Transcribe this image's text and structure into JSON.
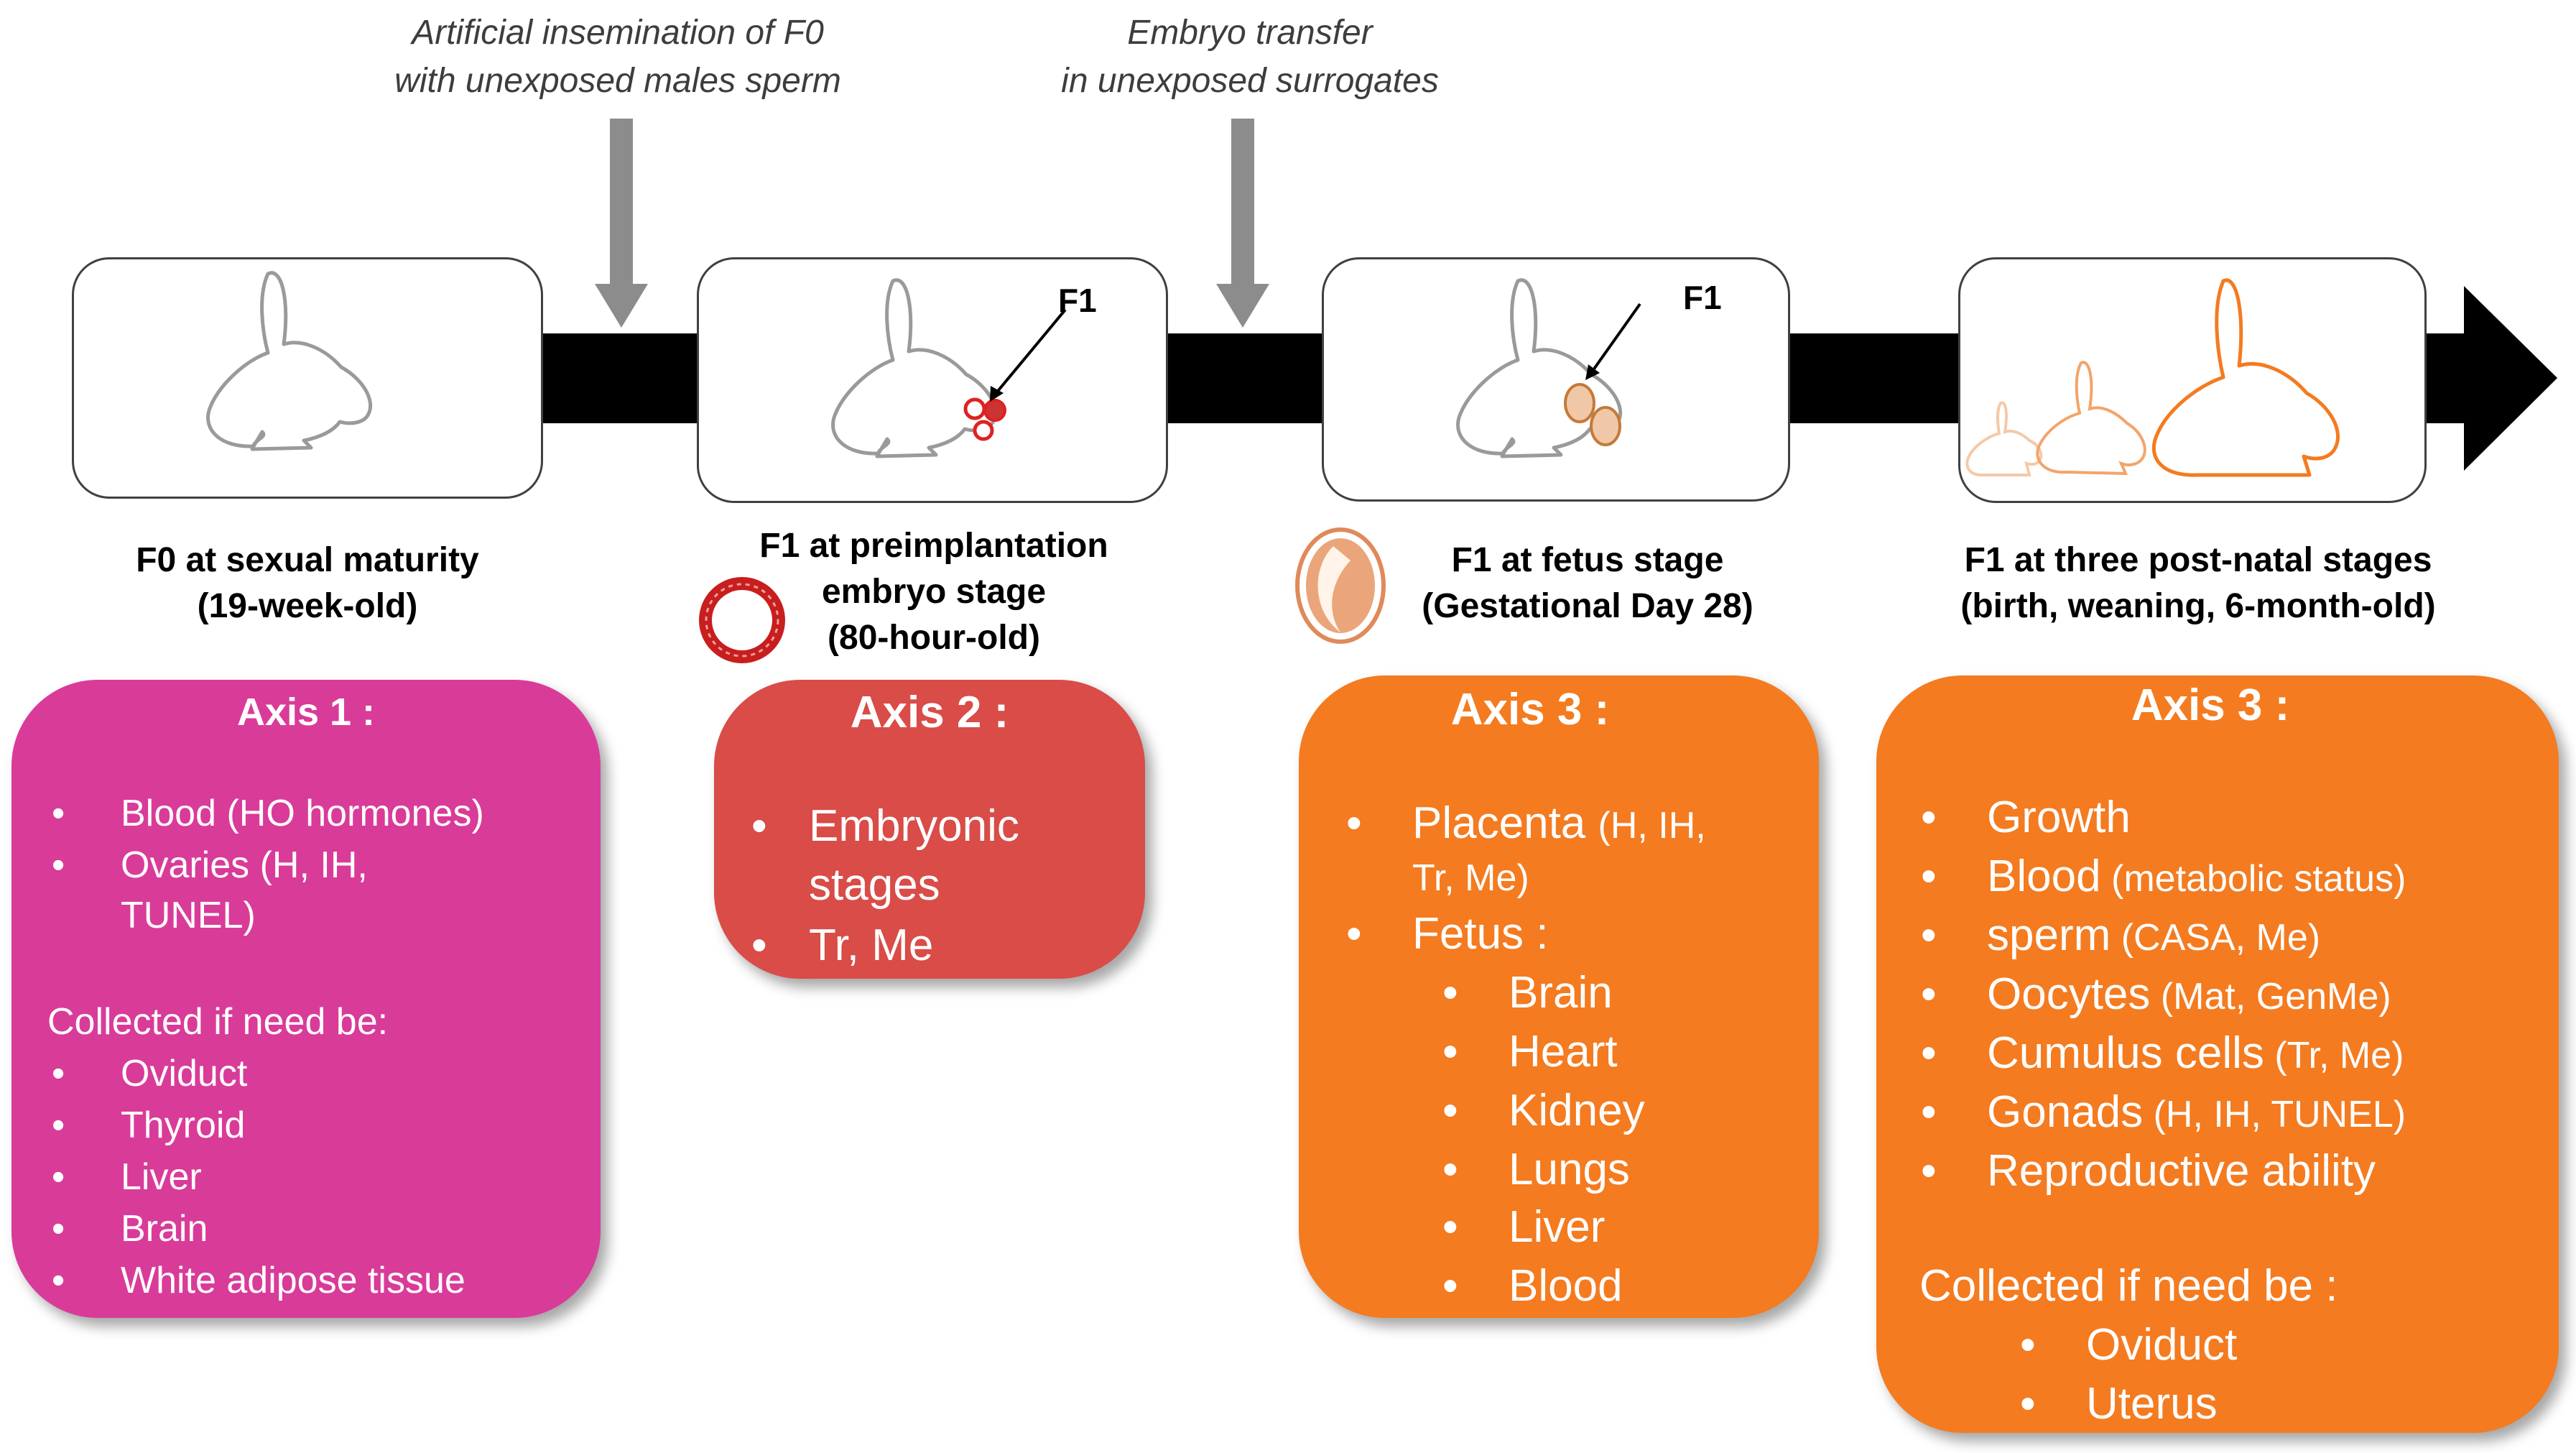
{
  "notes": {
    "insemination": [
      "Artificial insemination of F0",
      "with unexposed males sperm"
    ],
    "transfer": [
      "Embryo transfer",
      "in unexposed surrogates"
    ]
  },
  "panels": {
    "embryo_label": "F1",
    "fetus_label": "F1"
  },
  "stages": {
    "f0": [
      "F0 at sexual maturity",
      "(19-week-old)"
    ],
    "embryo": [
      "F1 at preimplantation",
      "embryo stage",
      "(80-hour-old)"
    ],
    "fetus": [
      "F1 at fetus stage",
      "(Gestational Day 28)"
    ],
    "postnatal": [
      "F1 at three post-natal stages",
      "(birth, weaning, 6-month-old)"
    ]
  },
  "axis1": {
    "title": "Axis 1 :",
    "items": [
      [
        "Blood",
        " (HO hormones)"
      ],
      [
        "Ovaries",
        " (H, IH,"
      ],
      [
        "",
        "TUNEL)"
      ]
    ],
    "collected_heading": "Collected if need be:",
    "collected": [
      "Oviduct",
      "Thyroid",
      "Liver",
      "Brain",
      "White adipose tissue"
    ]
  },
  "axis2": {
    "title": "Axis 2 :",
    "items": [
      "Embryonic",
      "stages",
      "Tr, Me"
    ]
  },
  "axis3_fetus": {
    "title": "Axis 3 :",
    "placenta": "Placenta",
    "placenta_detail": [
      "(H, IH,",
      "Tr, Me)"
    ],
    "fetus": "Fetus :",
    "organs": [
      "Brain",
      "Heart",
      "Kidney",
      "Lungs",
      "Liver",
      "Blood"
    ]
  },
  "axis3_postnatal": {
    "title": "Axis 3 :",
    "items": [
      [
        "Growth",
        ""
      ],
      [
        "Blood",
        " (metabolic status)"
      ],
      [
        "sperm",
        " (CASA, Me)"
      ],
      [
        "Oocytes",
        " (Mat, GenMe)"
      ],
      [
        "Cumulus cells",
        " (Tr, Me)"
      ],
      [
        "Gonads",
        " (H, IH, TUNEL)"
      ],
      [
        "Reproductive ability",
        ""
      ]
    ],
    "collected_heading": "Collected if need be :",
    "collected": [
      "Oviduct",
      "Uterus"
    ]
  },
  "colors": {
    "axis1": "#d93b99",
    "axis2": "#d94c48",
    "axis3": "#f47b20",
    "timeline": "#000000",
    "gray_arrow": "#8c8c8c"
  }
}
